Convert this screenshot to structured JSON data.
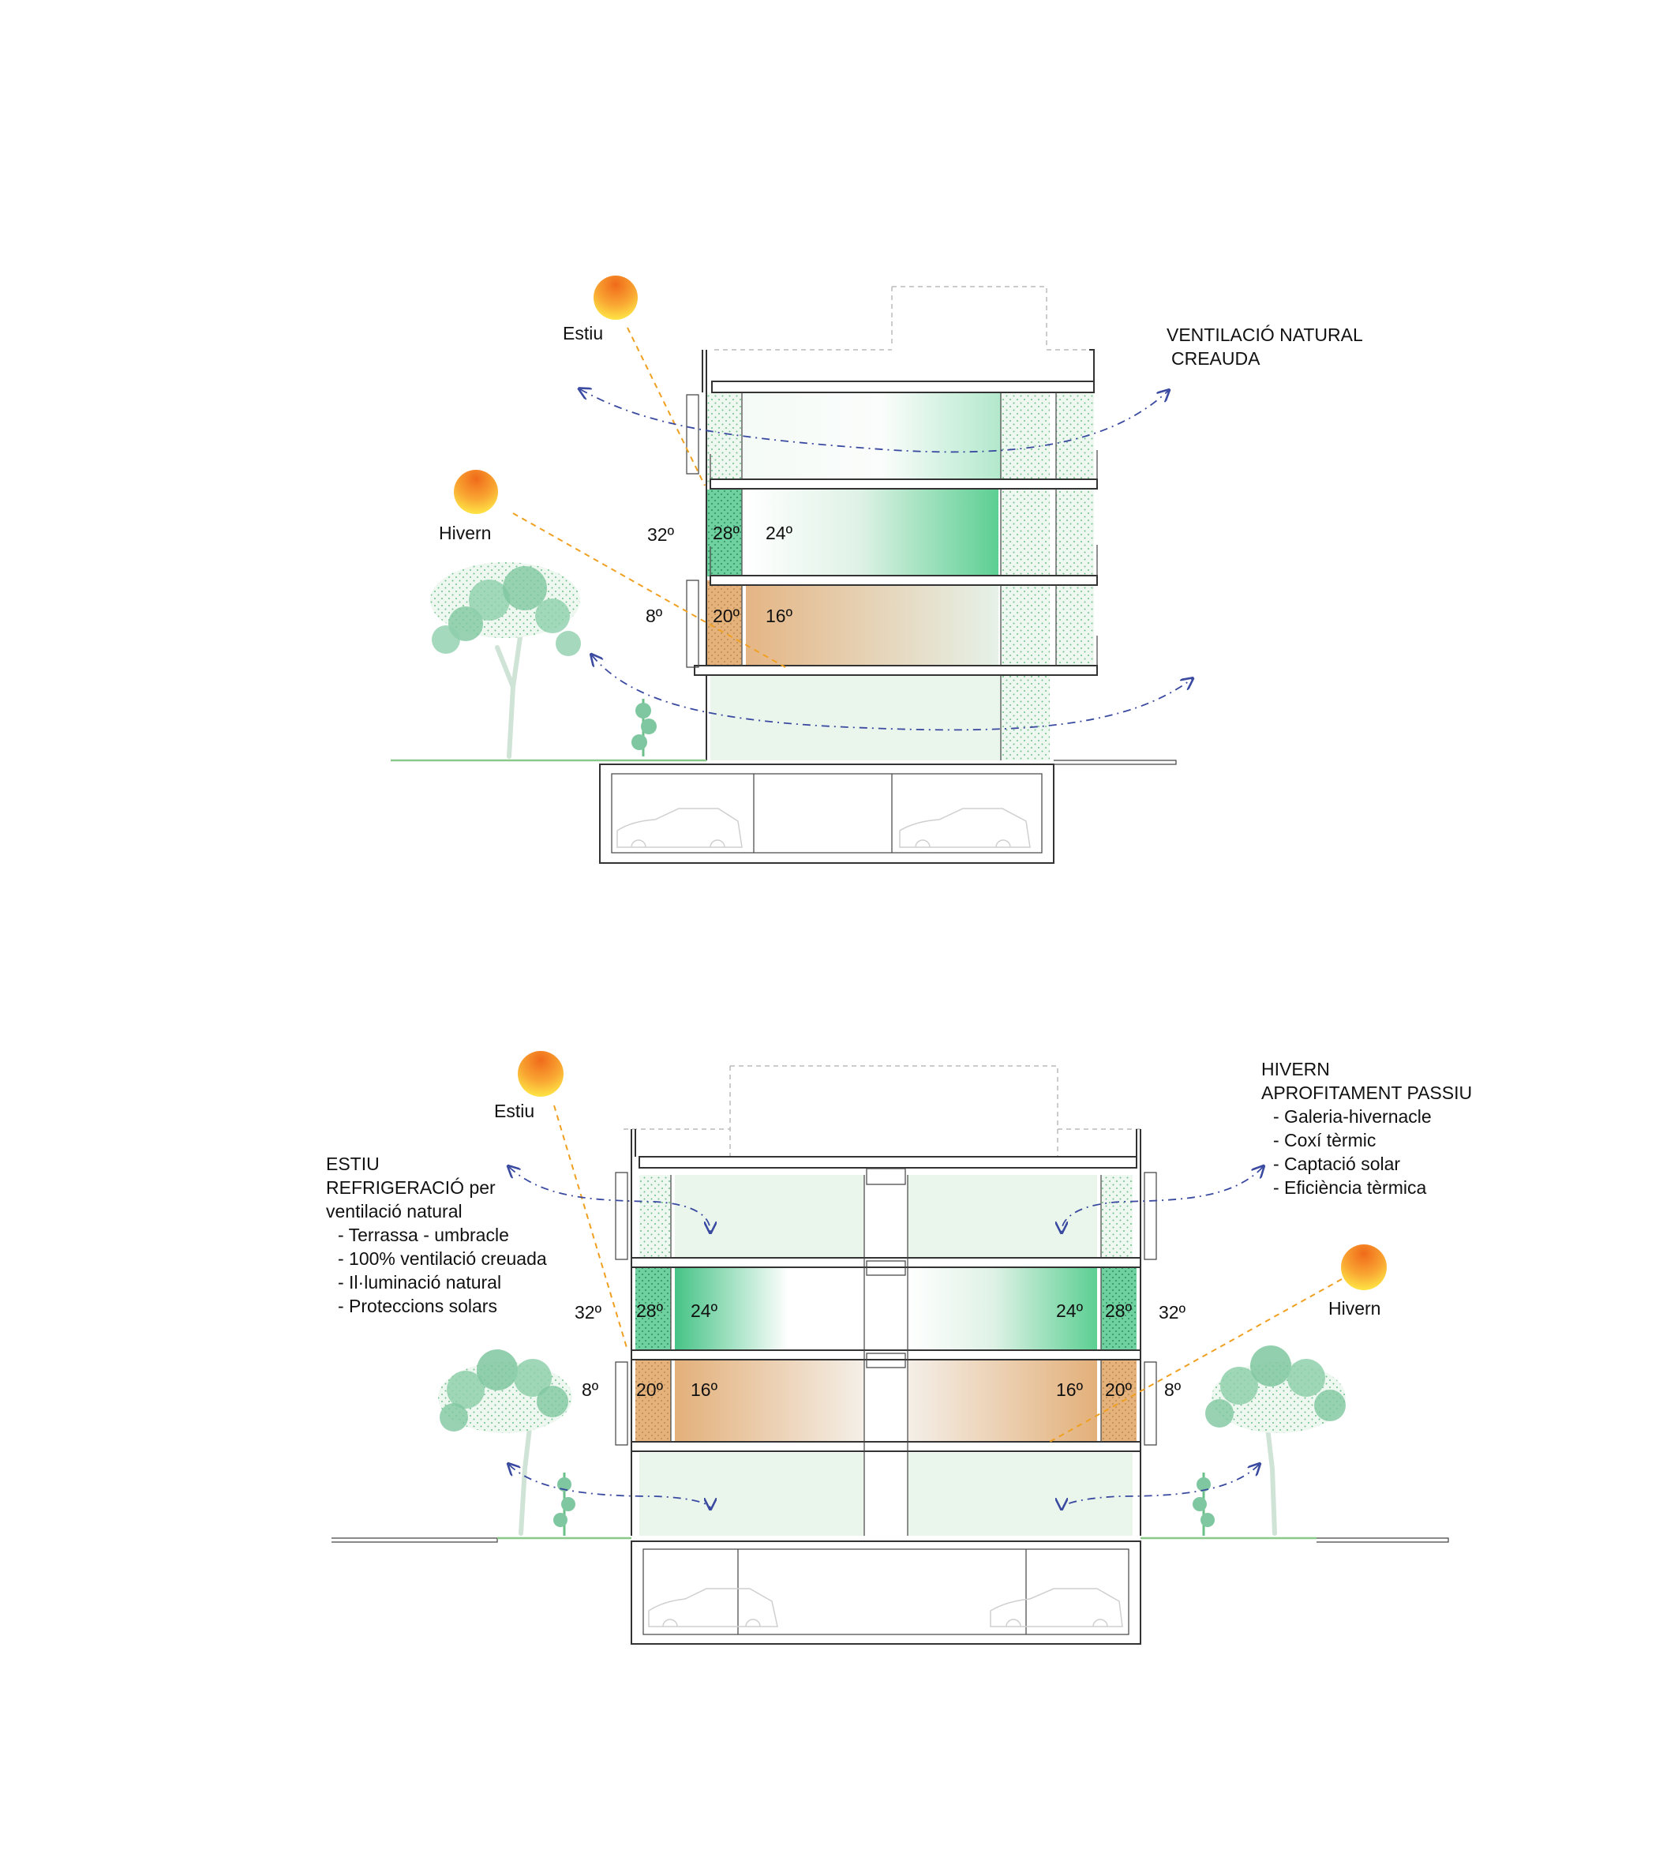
{
  "top_section": {
    "sun_summer_label": "Estiu",
    "sun_winter_label": "Hivern",
    "heading_line1": "VENTILACIÓ NATURAL",
    "heading_line2": "CREAUDA",
    "temps": {
      "summer_outside": "32º",
      "summer_gallery": "28º",
      "summer_inside": "24º",
      "winter_outside": "8º",
      "winter_gallery": "20º",
      "winter_inside": "16º"
    }
  },
  "bottom_section": {
    "sun_summer_label": "Estiu",
    "sun_winter_label": "Hivern",
    "summer_notes": {
      "title": "ESTIU",
      "subtitle_line1": "REFRIGERACIÓ per",
      "subtitle_line2": "ventilació natural",
      "items": [
        "- Terrassa - umbracle",
        "- 100% ventilació creuada",
        "- Il·luminació natural",
        "- Proteccions solars"
      ]
    },
    "winter_notes": {
      "title": "HIVERN",
      "subtitle": "APROFITAMENT PASSIU",
      "items": [
        "- Galeria-hivernacle",
        "- Coxí tèrmic",
        "- Captació solar",
        "- Eficiència tèrmica"
      ]
    },
    "temps": {
      "left_summer_outside": "32º",
      "left_summer_gallery": "28º",
      "left_summer_inside": "24º",
      "right_summer_inside": "24º",
      "right_summer_gallery": "28º",
      "right_summer_outside": "32º",
      "left_winter_outside": "8º",
      "left_winter_gallery": "20º",
      "left_winter_inside": "16º",
      "right_winter_inside": "16º",
      "right_winter_gallery": "20º",
      "right_winter_outside": "8º"
    }
  },
  "colors": {
    "summer_green": "#3cbf80",
    "pale_green": "#eaf5ec",
    "winter_orange": "#e2b27e",
    "sun_top": "#f4842a",
    "sun_bottom": "#ffee44",
    "ray": "#f0a020",
    "wind": "#3a4aa0"
  }
}
